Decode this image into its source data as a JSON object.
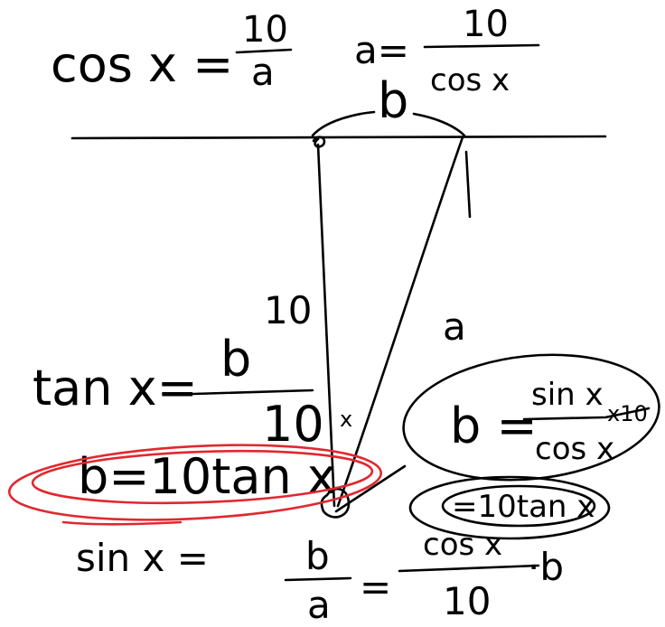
{
  "colors": {
    "ink": "#000000",
    "highlight": "#e0282e",
    "background": "#ffffff"
  },
  "eq_cos": {
    "lhs": "cos x =",
    "num": "10",
    "den": "a"
  },
  "eq_a": {
    "lhs": "a=",
    "num": "10",
    "den": "cos x"
  },
  "label_b_top": "b",
  "label_10": "10",
  "label_a": "a",
  "label_x": "x",
  "eq_tan": {
    "lhs": "tan x=",
    "num": "b",
    "den": "10"
  },
  "eq_b_tan": "b=10tan x",
  "eq_b_sin": {
    "lhs": "b =",
    "num": "sin x",
    "den": "cos x",
    "struck": "x10"
  },
  "eq_10tan": "=10tan x",
  "eq_sin": {
    "lhs": "sin x =",
    "num1": "b",
    "den1": "a",
    "eq2": "=",
    "num2": "cos x",
    "den2": "10",
    "tail": "·b"
  }
}
